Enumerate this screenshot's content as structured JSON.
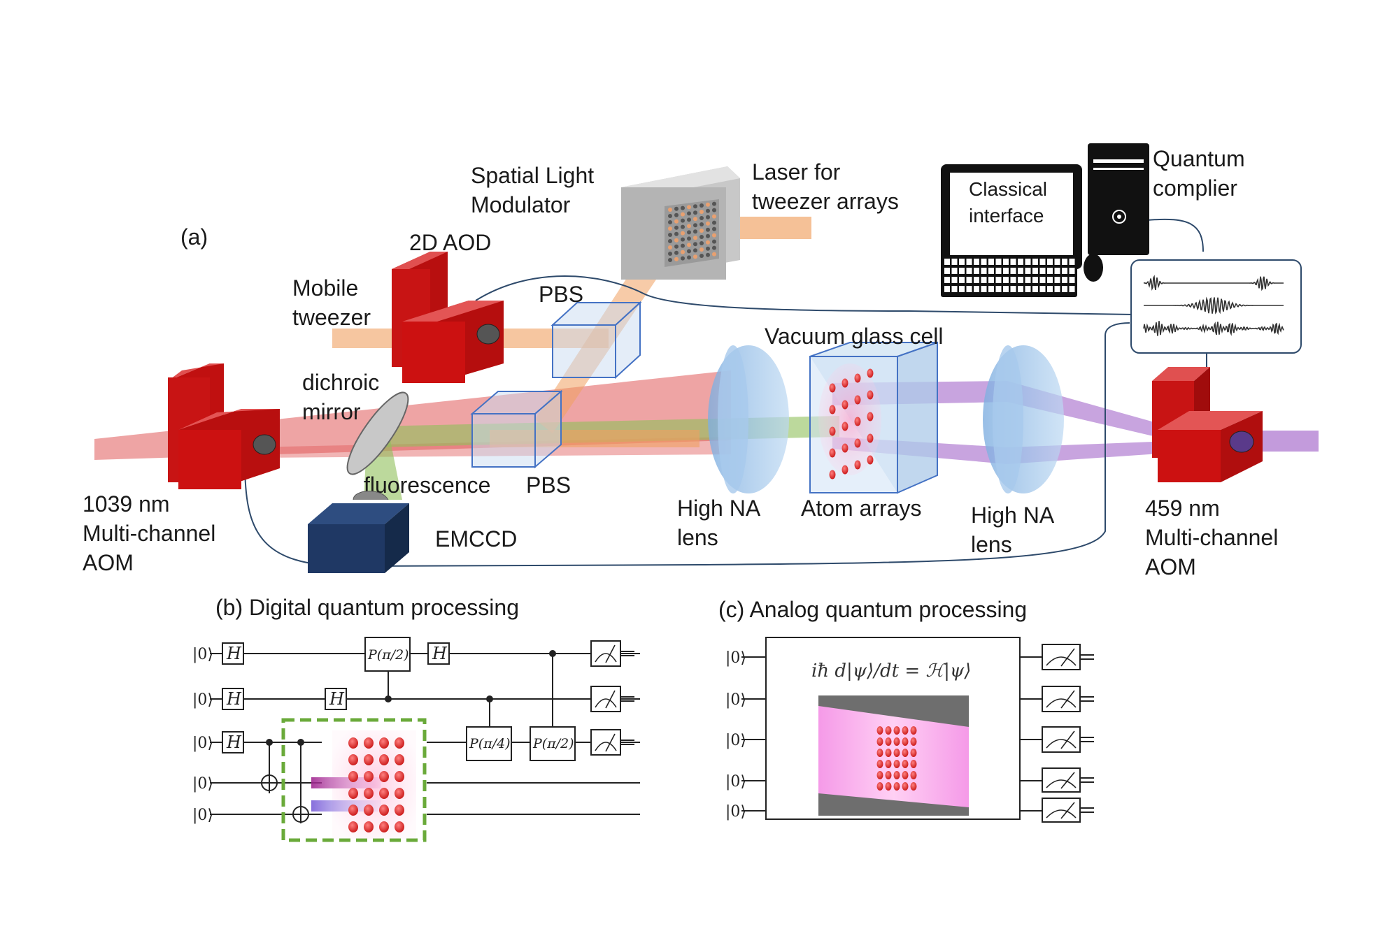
{
  "panel_a": {
    "tag": "(a)",
    "slm_label_line1": "Spatial Light",
    "slm_label_line2": "Modulator",
    "laser_label_line1": "Laser for",
    "laser_label_line2": "tweezer arrays",
    "aod_label": "2D AOD",
    "mobile_label_line1": "Mobile",
    "mobile_label_line2": "tweezer",
    "pbs_top_label": "PBS",
    "pbs_bottom_label": "PBS",
    "dichroic_label_line1": "dichroic",
    "dichroic_label_line2": "mirror",
    "fluorescence_label": "fluorescence",
    "emccd_label": "EMCCD",
    "vacuum_label": "Vacuum glass cell",
    "lens_left_line1": "High NA",
    "lens_left_line2": "lens",
    "lens_right_line1": "High NA",
    "lens_right_line2": "lens",
    "atom_label": "Atom arrays",
    "aom_left_line1": "1039 nm",
    "aom_left_line2": "Multi-channel",
    "aom_left_line3": "AOM",
    "aom_right_line1": "459 nm",
    "aom_right_line2": "Multi-channel",
    "aom_right_line3": "AOM",
    "classical_line1": "Classical",
    "classical_line2": "interface",
    "quantum_line1": "Quantum",
    "quantum_line2": "complier"
  },
  "panel_b": {
    "title": "(b) Digital quantum processing",
    "ket": "|0⟩",
    "gate_h": "H",
    "gate_p_half": "P(π/2)",
    "gate_p_quarter": "P(π/4)"
  },
  "panel_c": {
    "title": "(c) Analog quantum processing",
    "ket": "|0⟩",
    "equation": "iħ d|ψ⟩/dt = ℋ|ψ⟩"
  },
  "colors": {
    "red_beam": "#e05a5a",
    "purple_beam": "#9b59c4",
    "orange_beam": "#f0a060",
    "green_beam": "#8fbf5a",
    "aom_red": "#cc1111",
    "lens_blue": "#9cc3e6",
    "emccd_navy": "#1f3864",
    "atom_red": "#e03030",
    "dashed_green": "#6aaa3a"
  }
}
